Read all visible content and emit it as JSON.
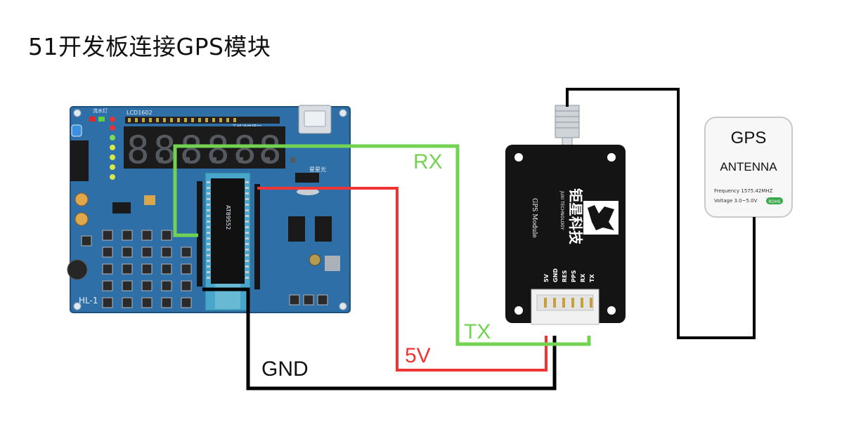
{
  "title": "51开发板连接GPS模块",
  "board": {
    "chip_label": "AT89S52",
    "board_label": "HL-1",
    "board_header": "LCD1602",
    "run_label": "流水灯",
    "comm_label": "无线通信接口",
    "logic_label": "星星光"
  },
  "gps_module": {
    "name_vertical": "GPS Module",
    "brand": "钜星科技",
    "brand_en": "JUXI TECHNOLOGY",
    "pins": [
      "5V",
      "GND",
      "RES",
      "PPS",
      "RX",
      "TX"
    ]
  },
  "antenna": {
    "line1": "GPS",
    "line2": "ANTENNA",
    "freq": "Frequency 1575.42MHZ",
    "voltage": "Voltage 3.0~5.0V",
    "badge": "ROHS"
  },
  "wires": {
    "rx": {
      "label": "RX",
      "color": "#72d352"
    },
    "tx": {
      "label": "TX",
      "color": "#72d352"
    },
    "v5": {
      "label": "5V",
      "color": "#f03434"
    },
    "gnd": {
      "label": "GND",
      "color": "#111111"
    }
  }
}
